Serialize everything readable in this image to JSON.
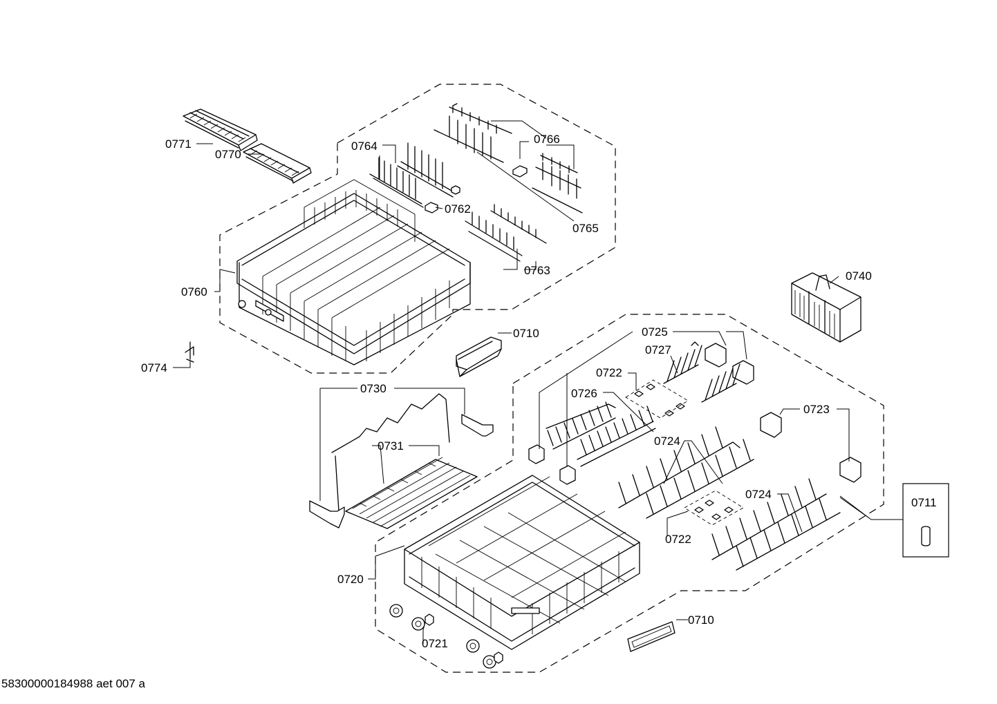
{
  "labels": {
    "l0771": "0771",
    "l0770": "0770",
    "l0764": "0764",
    "l0766": "0766",
    "l0762": "0762",
    "l0765": "0765",
    "l0763": "0763",
    "l0760": "0760",
    "l0774": "0774",
    "l0710a": "0710",
    "l0740": "0740",
    "l0725": "0725",
    "l0727": "0727",
    "l0722a": "0722",
    "l0726": "0726",
    "l0730": "0730",
    "l0723": "0723",
    "l0731": "0731",
    "l0724a": "0724",
    "l0711": "0711",
    "l0724b": "0724",
    "l0722b": "0722",
    "l0720": "0720",
    "l0710b": "0710",
    "l0721": "0721"
  },
  "footer": {
    "code": "58300000184988 aet 007 a"
  }
}
